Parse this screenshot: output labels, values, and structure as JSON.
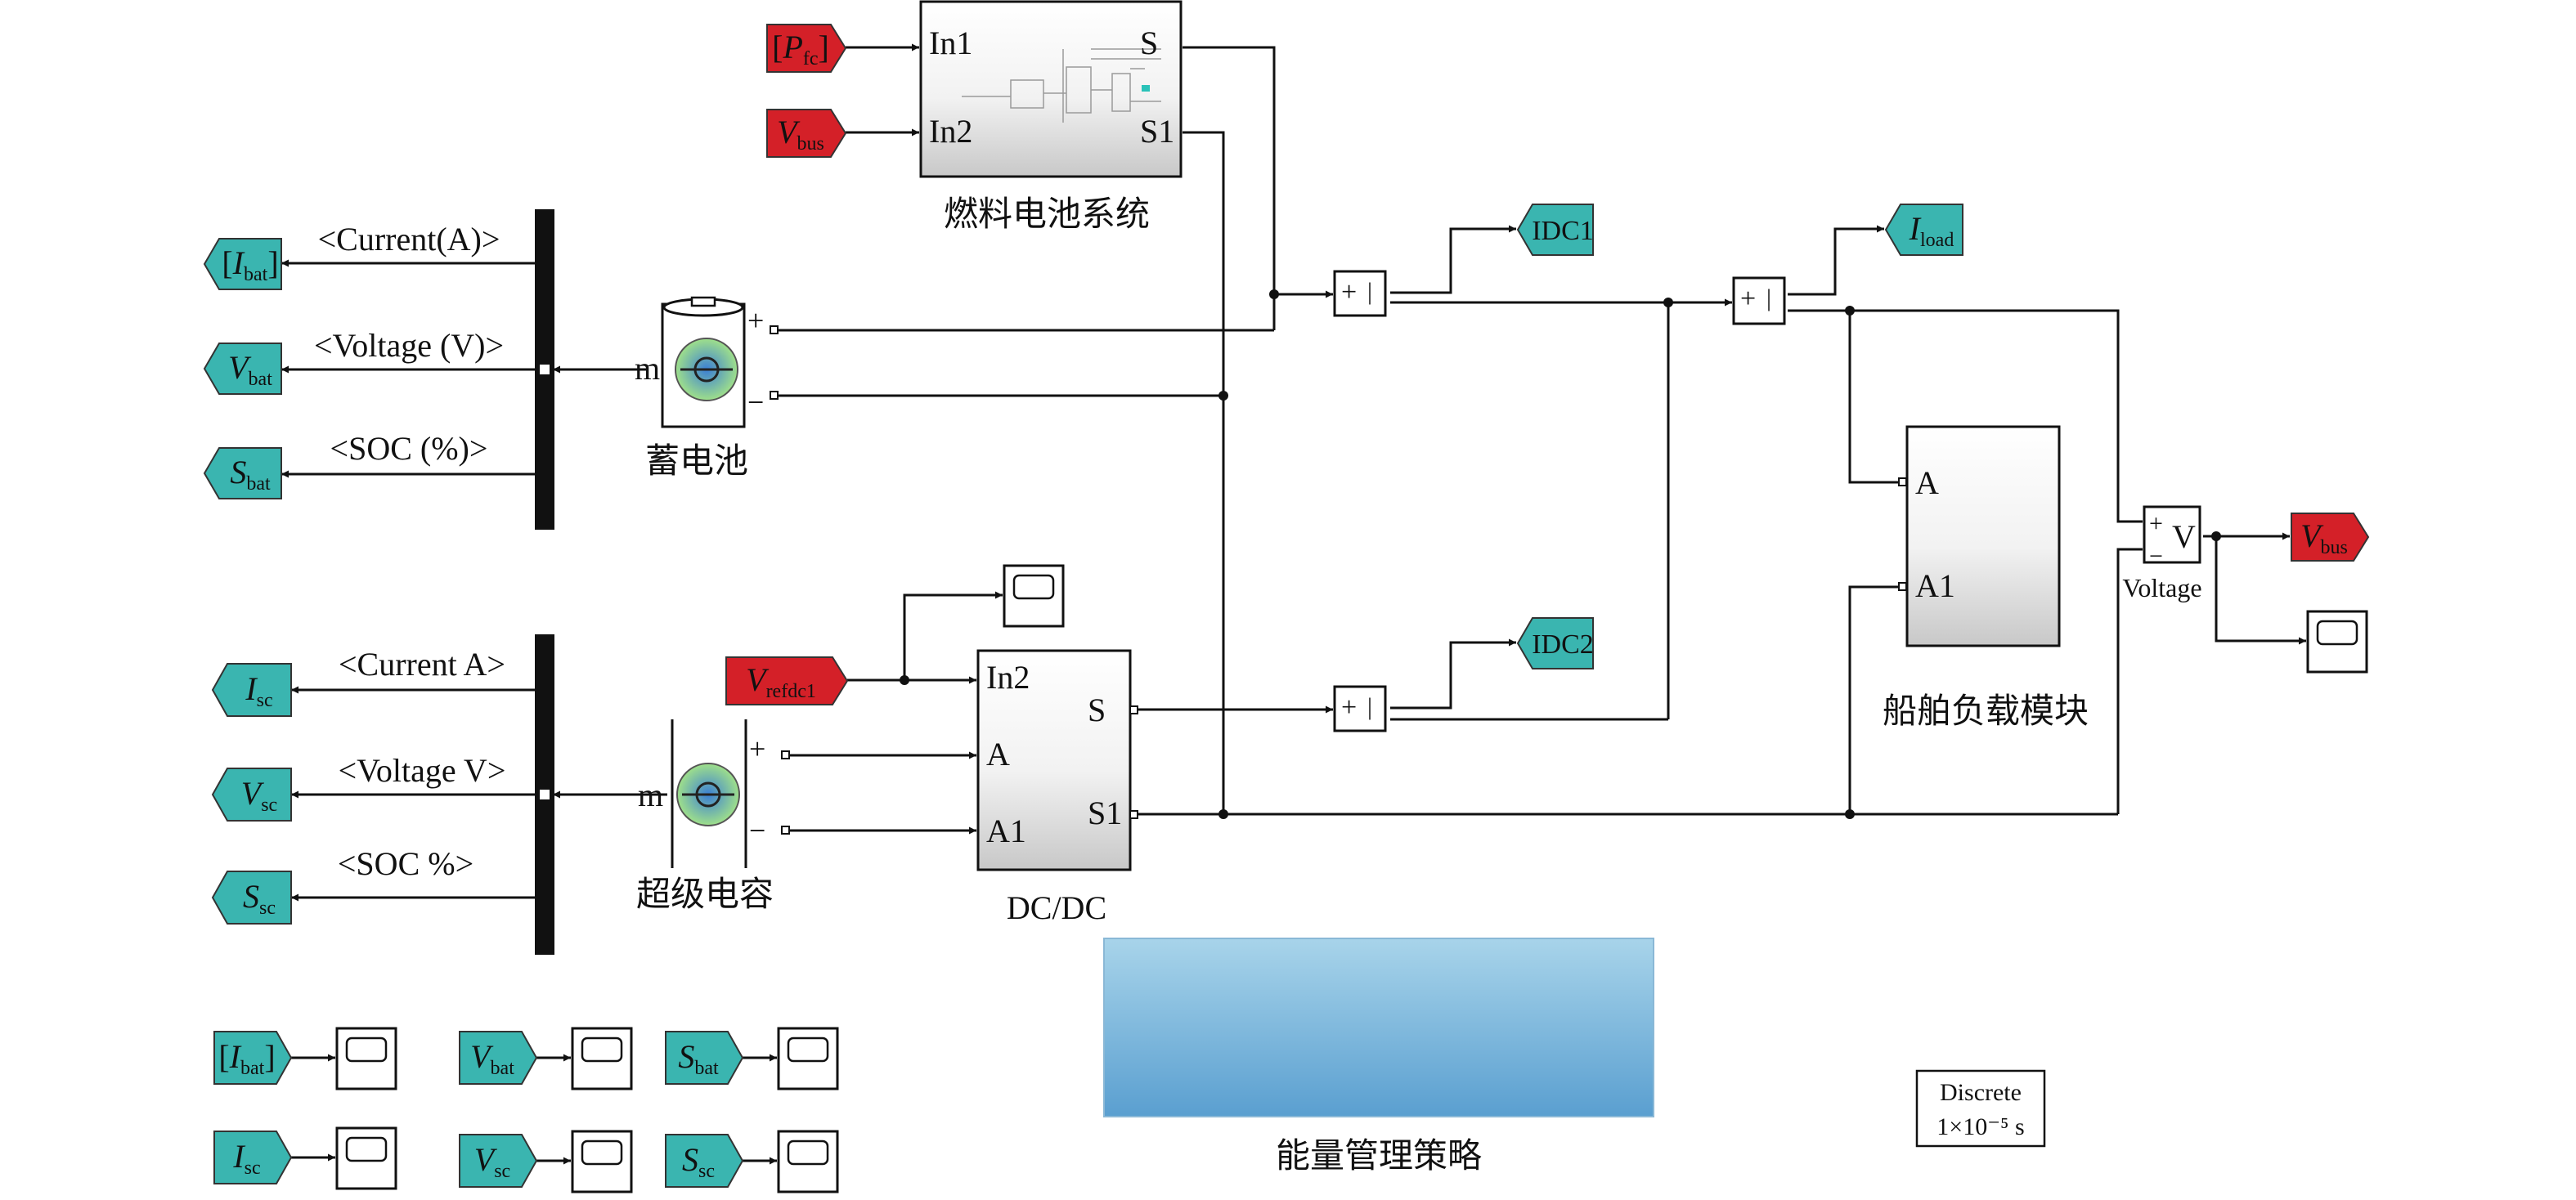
{
  "blocks": {
    "fc": {
      "title": "燃料电池系统",
      "in1": "In1",
      "in2": "In2",
      "out_s": "S",
      "out_s1": "S1"
    },
    "battery": {
      "title": "蓄电池",
      "m": "m",
      "plus": "+",
      "minus": "−"
    },
    "sc": {
      "title": "超级电容",
      "m": "m",
      "plus": "+",
      "minus": "−"
    },
    "dcdc": {
      "title": "DC/DC",
      "in2": "In2",
      "a": "A",
      "a1": "A1",
      "s": "S",
      "s1": "S1"
    },
    "load": {
      "title": "船舶负载模块",
      "a": "A",
      "a1": "A1"
    },
    "voltage": {
      "title": "Voltage",
      "v": "V",
      "plus": "+",
      "minus": "−"
    },
    "ems": {
      "title": "能量管理策略"
    },
    "powergui": {
      "line1": "Discrete",
      "line2": "1×10⁻⁵ s"
    },
    "sum1": {
      "plus": "+",
      "bar": "|"
    },
    "sum2": {
      "plus": "+",
      "bar": "|"
    },
    "sum3": {
      "plus": "+",
      "bar": "|"
    }
  },
  "bat_signals": [
    "<Current(A)>",
    "<Voltage (V)>",
    "<SOC (%)>"
  ],
  "sc_signals": [
    "<Current A>",
    "<Voltage V>",
    "<SOC %>"
  ],
  "tags": {
    "pfc": {
      "main": "P",
      "sub": "fc",
      "bracket": true,
      "color": "#d42028"
    },
    "vbus_in": {
      "main": "V",
      "sub": "bus",
      "bracket": false,
      "color": "#d42028"
    },
    "vref": {
      "main": "V",
      "sub": "refdc1",
      "bracket": false,
      "color": "#d42028"
    },
    "vbus_out": {
      "main": "V",
      "sub": "bus",
      "bracket": false,
      "color": "#d42028"
    },
    "idc1": {
      "main": "IDC1",
      "sub": "",
      "bracket": false,
      "color": "#3ab5b0"
    },
    "idc2": {
      "main": "IDC2",
      "sub": "",
      "bracket": false,
      "color": "#3ab5b0"
    },
    "iload": {
      "main": "I",
      "sub": "load",
      "bracket": false,
      "color": "#3ab5b0"
    },
    "ibat_out": {
      "main": "I",
      "sub": "bat",
      "bracket": true,
      "color": "#3ab5b0"
    },
    "vbat_out": {
      "main": "V",
      "sub": "bat",
      "bracket": false,
      "color": "#3ab5b0"
    },
    "sbat_out": {
      "main": "S",
      "sub": "bat",
      "bracket": false,
      "color": "#3ab5b0"
    },
    "isc_out": {
      "main": "I",
      "sub": "sc",
      "bracket": false,
      "color": "#3ab5b0"
    },
    "vsc_out": {
      "main": "V",
      "sub": "sc",
      "bracket": false,
      "color": "#3ab5b0"
    },
    "ssc_out": {
      "main": "S",
      "sub": "sc",
      "bracket": false,
      "color": "#3ab5b0"
    },
    "ibat_in": {
      "main": "I",
      "sub": "bat",
      "bracket": true,
      "color": "#3ab5b0"
    },
    "isc_in": {
      "main": "I",
      "sub": "sc",
      "bracket": false,
      "color": "#3ab5b0"
    },
    "vbat_in": {
      "main": "V",
      "sub": "bat",
      "bracket": false,
      "color": "#3ab5b0"
    },
    "vsc_in": {
      "main": "V",
      "sub": "sc",
      "bracket": false,
      "color": "#3ab5b0"
    },
    "sbat_in": {
      "main": "S",
      "sub": "bat",
      "bracket": false,
      "color": "#3ab5b0"
    },
    "ssc_in": {
      "main": "S",
      "sub": "sc",
      "bracket": false,
      "color": "#3ab5b0"
    }
  },
  "colors": {
    "goto_tag": "#3ab5b0",
    "from_tag": "#d42028",
    "ems_top": "#a8d4ea",
    "ems_bottom": "#5a9fd0",
    "line": "#111111"
  }
}
